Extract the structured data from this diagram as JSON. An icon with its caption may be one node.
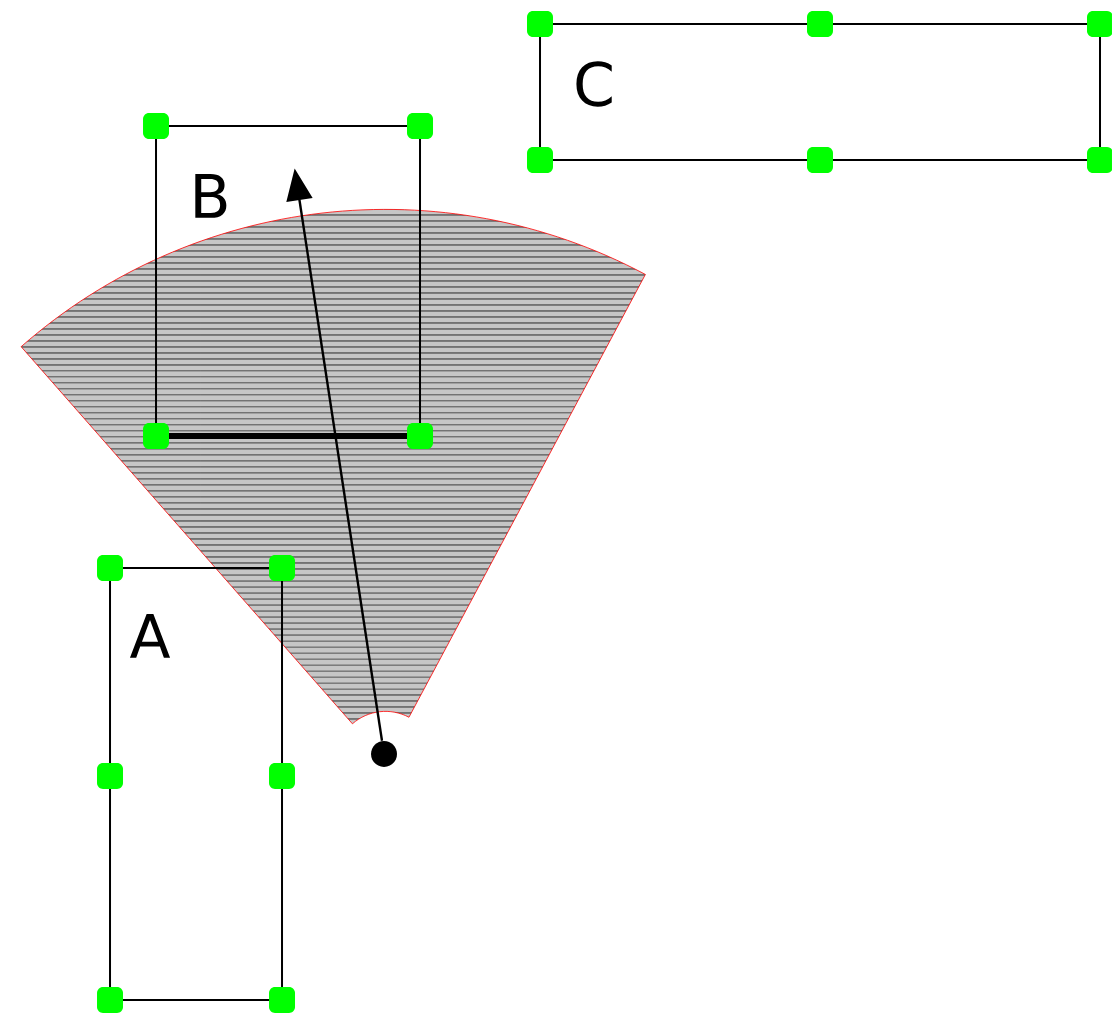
{
  "diagram": {
    "nodes": [
      {
        "text": [
          "B"
        ]
      },
      {
        "text": [
          "C"
        ]
      },
      {
        "text": [
          "A"
        ]
      },
      {
        "text": [],
        "shape": "circle"
      }
    ],
    "edges": [
      {
        "from": 3,
        "to": 0,
        "arrow": "to"
      }
    ]
  }
}
